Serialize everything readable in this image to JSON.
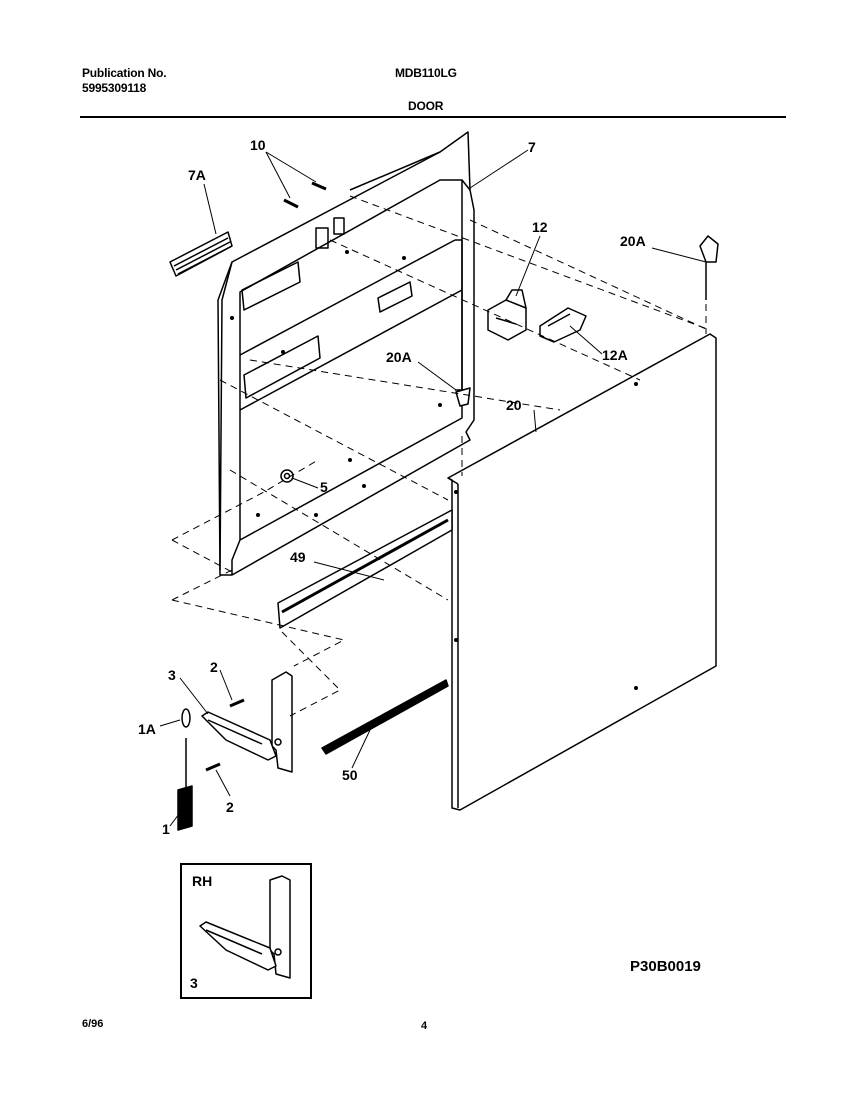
{
  "header": {
    "publication_label": "Publication No.",
    "publication_number": "5995309118",
    "model": "MDB110LG",
    "section": "DOOR"
  },
  "callouts": {
    "c10": "10",
    "c7": "7",
    "c7A": "7A",
    "c12": "12",
    "c20A_top": "20A",
    "c12A": "12A",
    "c20A_mid": "20A",
    "c20": "20",
    "c5": "5",
    "c49": "49",
    "c3": "3",
    "c2_top": "2",
    "c1A": "1A",
    "c2_bottom": "2",
    "c50": "50",
    "c1": "1"
  },
  "inset": {
    "label": "RH",
    "part": "3"
  },
  "diagram_code": "P30B0019",
  "footer": {
    "date": "6/96",
    "page": "4"
  }
}
